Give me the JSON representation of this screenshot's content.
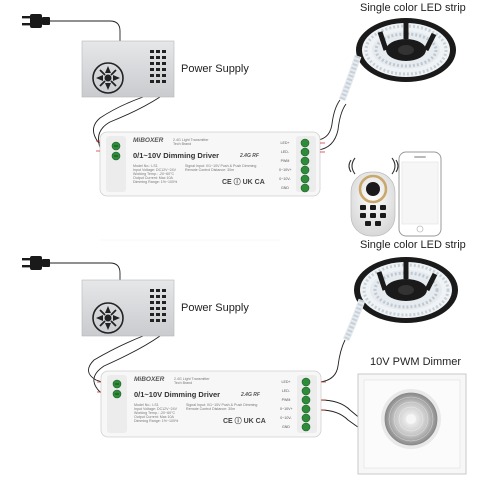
{
  "labels": {
    "led_strip_top": "Single color LED strip",
    "power_supply_top": "Power Supply",
    "led_strip_mid": "Single color LED strip",
    "power_supply_bottom": "Power Supply",
    "dimmer": "10V PWM Dimmer"
  },
  "drivers": [
    {
      "brand": "MiBOXER",
      "tagline": "2.4G Light Transmitter Tech Brand",
      "title": "0/1~10V Dimming Driver",
      "freq": "2.4G RF",
      "certs": "CE ⓘ UK CA",
      "specs_left": [
        "Model No.: LS1",
        "Input Voltage: DC12V~24V",
        "Working Temp.: -20~60°C",
        "Output Current: Max 10A",
        "Dimming Range: 1%~100%"
      ],
      "specs_right": [
        "Signal Input: 0/1~10V Push & Push Dimming",
        "Remote Control Distance: 30m",
        "",
        "",
        ""
      ],
      "ports": [
        "LED+",
        "LED-",
        "PWM",
        "0~10V+",
        "0~10V-",
        "GND"
      ]
    },
    {
      "brand": "MiBOXER",
      "tagline": "2.4G Light Transmitter Tech Brand",
      "title": "0/1~10V Dimming Driver",
      "freq": "2.4G RF",
      "certs": "CE ⓘ UK CA",
      "specs_left": [
        "Model No.: LS1",
        "Input Voltage: DC12V~24V",
        "Working Temp.: -20~60°C",
        "Output Current: Max 10A",
        "Dimming Range: 1%~100%"
      ],
      "specs_right": [
        "Signal Input: 0/1~10V Push & Push Dimming",
        "Remote Control Distance: 30m",
        "",
        "",
        ""
      ],
      "ports": [
        "LED+",
        "LED-",
        "PWM",
        "0~10V+",
        "0~10V-",
        "GND"
      ]
    }
  ],
  "icons": {
    "plug": "power-plug-icon",
    "fan": "fan-icon",
    "remote": "remote-icon",
    "phone": "smartphone-icon",
    "wifi": "wireless-signal-icon",
    "knob": "dimmer-knob-icon"
  },
  "colors": {
    "led_strip": "#e8eef4",
    "reel": "#1a1a1a",
    "wire": "#222222",
    "terminal": "#2e8b3a",
    "psu": "#d7d9dc"
  }
}
